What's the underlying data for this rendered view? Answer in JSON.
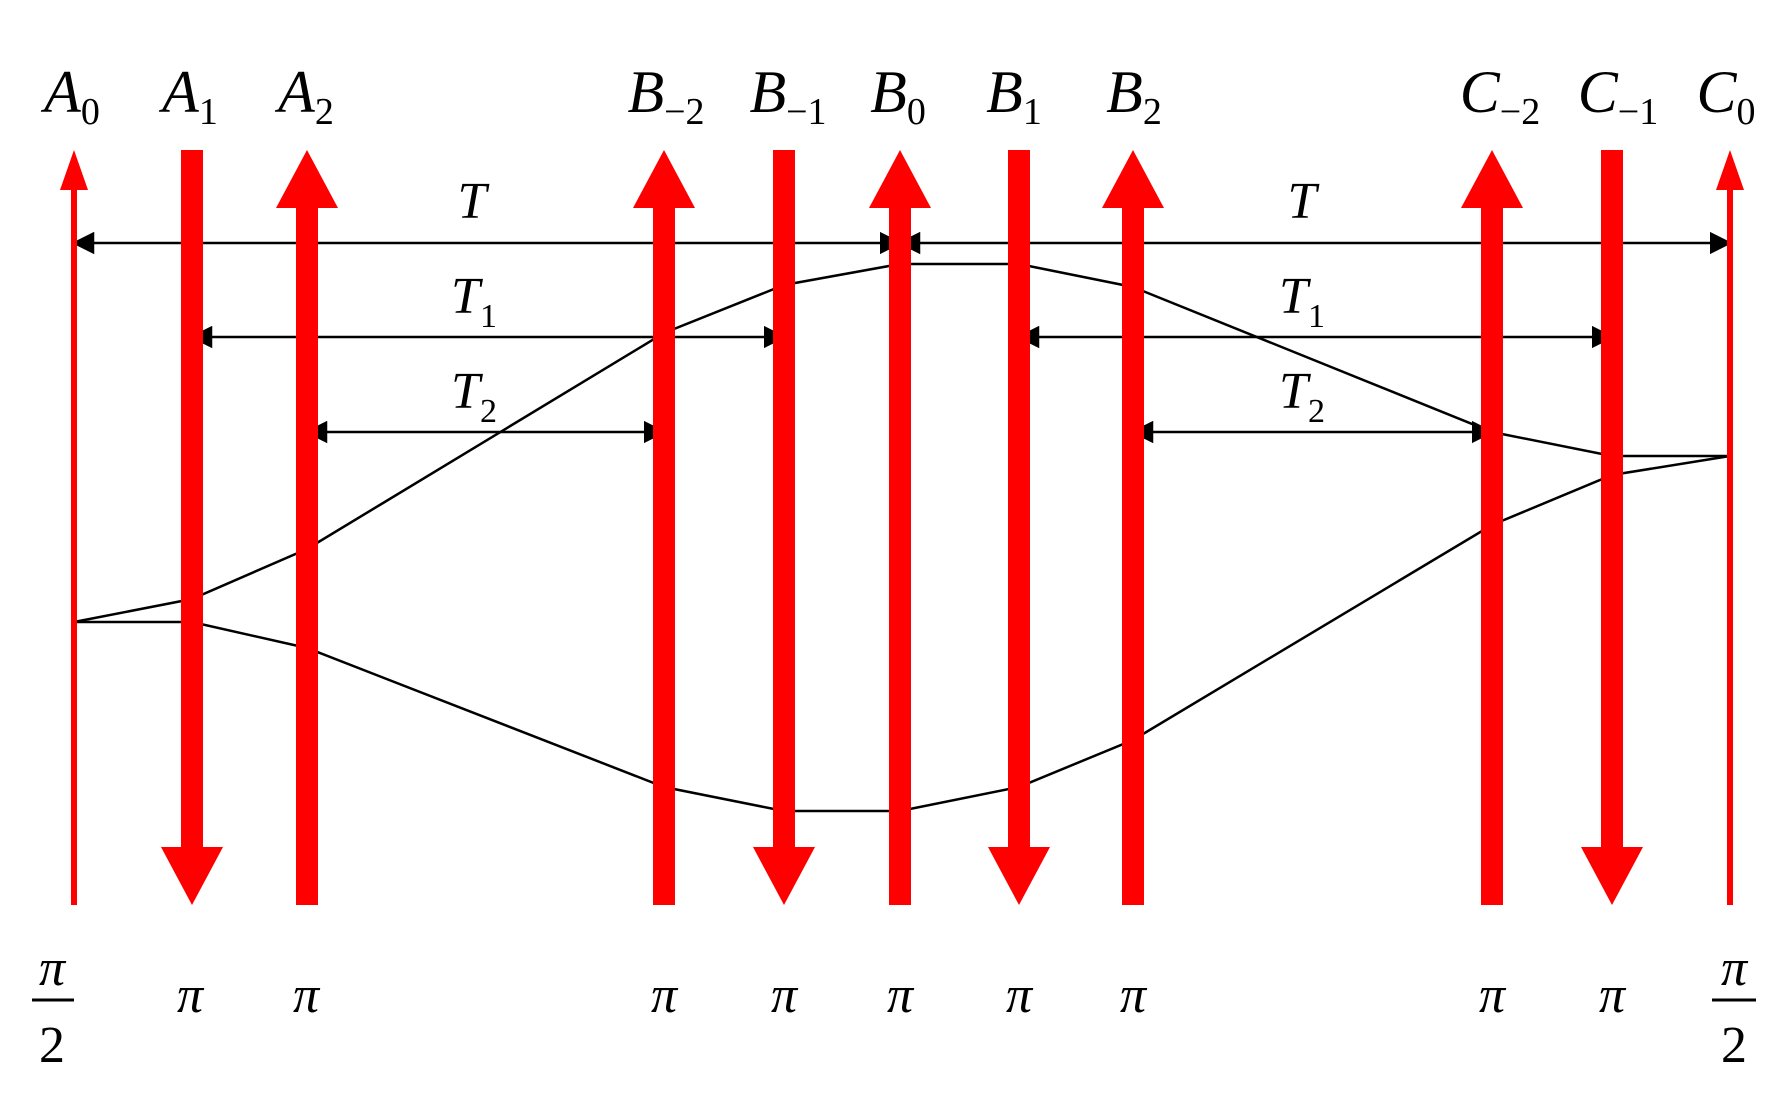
{
  "pulses": [
    {
      "base": "A",
      "sub": "0",
      "direction": "up",
      "weight": "thin",
      "angle": "π",
      "angle_den": "2",
      "fraction": true
    },
    {
      "base": "A",
      "sub": "1",
      "direction": "down",
      "weight": "thick",
      "angle": "π"
    },
    {
      "base": "A",
      "sub": "2",
      "direction": "up",
      "weight": "thick",
      "angle": "π"
    },
    {
      "base": "B",
      "sub": "−2",
      "direction": "up",
      "weight": "thick",
      "angle": "π"
    },
    {
      "base": "B",
      "sub": "−1",
      "direction": "down",
      "weight": "thick",
      "angle": "π"
    },
    {
      "base": "B",
      "sub": "0",
      "direction": "up",
      "weight": "thick",
      "angle": "π"
    },
    {
      "base": "B",
      "sub": "1",
      "direction": "down",
      "weight": "thick",
      "angle": "π"
    },
    {
      "base": "B",
      "sub": "2",
      "direction": "up",
      "weight": "thick",
      "angle": "π"
    },
    {
      "base": "C",
      "sub": "−2",
      "direction": "up",
      "weight": "thick",
      "angle": "π"
    },
    {
      "base": "C",
      "sub": "−1",
      "direction": "down",
      "weight": "thick",
      "angle": "π"
    },
    {
      "base": "C",
      "sub": "0",
      "direction": "up",
      "weight": "thin",
      "angle": "π",
      "angle_den": "2",
      "fraction": true
    }
  ],
  "intervals": [
    {
      "label": "T",
      "sub": ""
    },
    {
      "label": "T",
      "sub": ""
    },
    {
      "label": "T",
      "sub": "1"
    },
    {
      "label": "T",
      "sub": "1"
    },
    {
      "label": "T",
      "sub": "2"
    },
    {
      "label": "T",
      "sub": "2"
    }
  ],
  "colors": {
    "pulse": "#ff0000",
    "line": "#000000"
  }
}
